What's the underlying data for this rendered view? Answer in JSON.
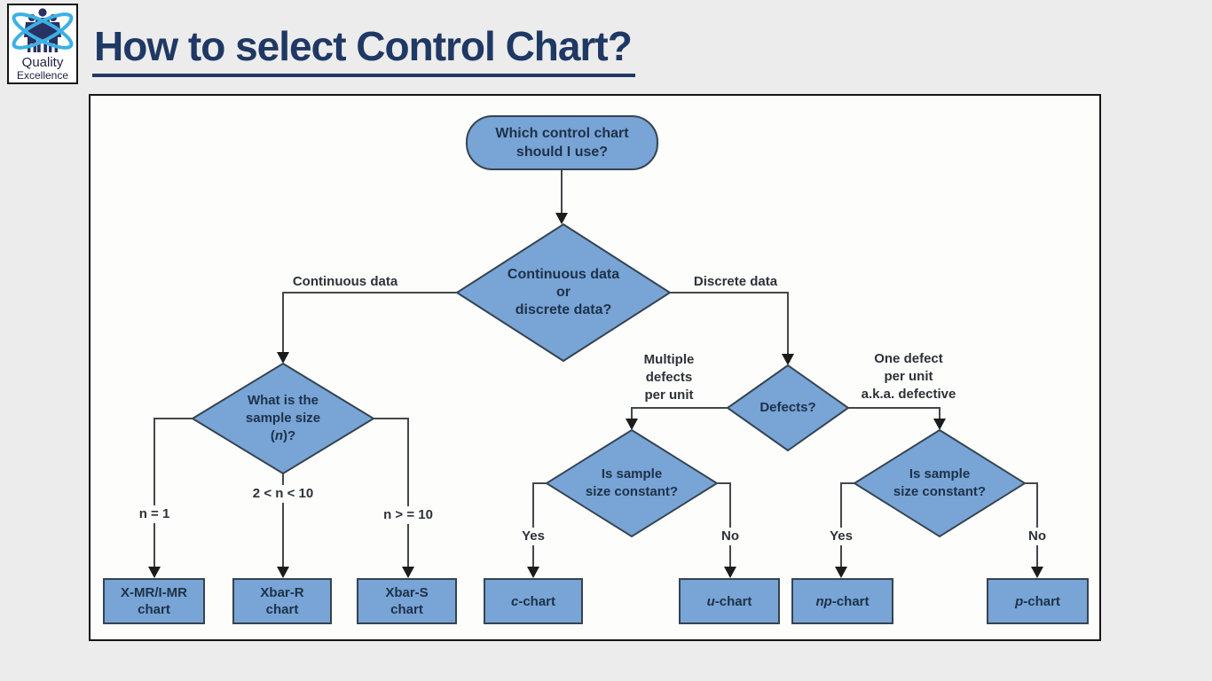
{
  "logo": {
    "line1": "Quality",
    "line2": "Excellence"
  },
  "header": {
    "title": "How to select Control Chart?"
  },
  "flowchart": {
    "decisions": {
      "which": "Which control chart\nshould I use?",
      "data_type": "Continuous data\nor\ndiscrete data?",
      "sample_size": {
        "line1": "What is the",
        "line2": "sample size",
        "paren_open": "(",
        "n": "n",
        "paren_close": ")?"
      },
      "defects": "Defects?",
      "constant_left": "Is sample\nsize constant?",
      "constant_right": "Is sample\nsize constant?"
    },
    "edge_labels": {
      "continuous": "Continuous data",
      "discrete": "Discrete data",
      "multiple_defects": "Multiple\ndefects\nper unit",
      "one_defect": "One defect\nper unit\na.k.a. defective",
      "n_eq_1": "n = 1",
      "n_2_10": "2 < n < 10",
      "n_ge_10": "n > = 10",
      "left_yes": "Yes",
      "left_no": "No",
      "right_yes": "Yes",
      "right_no": "No"
    },
    "boxes": {
      "xmr": "X-MR/I-MR\nchart",
      "xbar_r": "Xbar-R\nchart",
      "xbar_s": "Xbar-S\nchart",
      "c": {
        "italic": "c",
        "rest": "-chart"
      },
      "u": {
        "italic": "u",
        "rest": "-chart"
      },
      "np": {
        "italic": "np",
        "rest": "-chart"
      },
      "p": {
        "italic": "p",
        "rest": "-chart"
      }
    }
  },
  "colors": {
    "shape_fill": "#78a4d6",
    "shape_border": "#35444f",
    "title_color": "#1f3864",
    "ring_blue": "#3db0e4",
    "figure_navy": "#283263",
    "line_color": "#43484c",
    "arrow_color": "#1c1c1c",
    "page_bg": "#ececec"
  }
}
